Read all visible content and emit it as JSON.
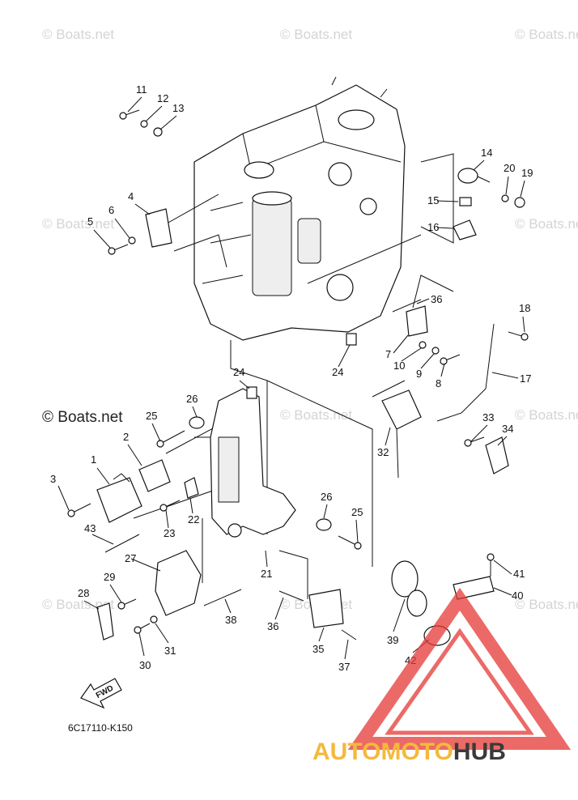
{
  "watermarks": {
    "text": "© Boats.net",
    "main": "© Boats.net"
  },
  "diagram_code": "6C17110-K150",
  "fwd_label": "FWD",
  "brand": {
    "part1": "AUTOMOTO",
    "part2": "HUB",
    "color_primary": "#f4b93c",
    "color_secondary": "#3a3a3a",
    "triangle_color": "#e53935"
  },
  "callouts": [
    "1",
    "2",
    "3",
    "4",
    "5",
    "6",
    "7",
    "8",
    "9",
    "10",
    "11",
    "12",
    "13",
    "14",
    "15",
    "16",
    "17",
    "18",
    "19",
    "20",
    "21",
    "22",
    "23",
    "24",
    "24",
    "25",
    "25",
    "26",
    "26",
    "27",
    "28",
    "29",
    "30",
    "31",
    "32",
    "33",
    "34",
    "35",
    "36",
    "36",
    "37",
    "38",
    "39",
    "40",
    "41",
    "42",
    "43"
  ]
}
